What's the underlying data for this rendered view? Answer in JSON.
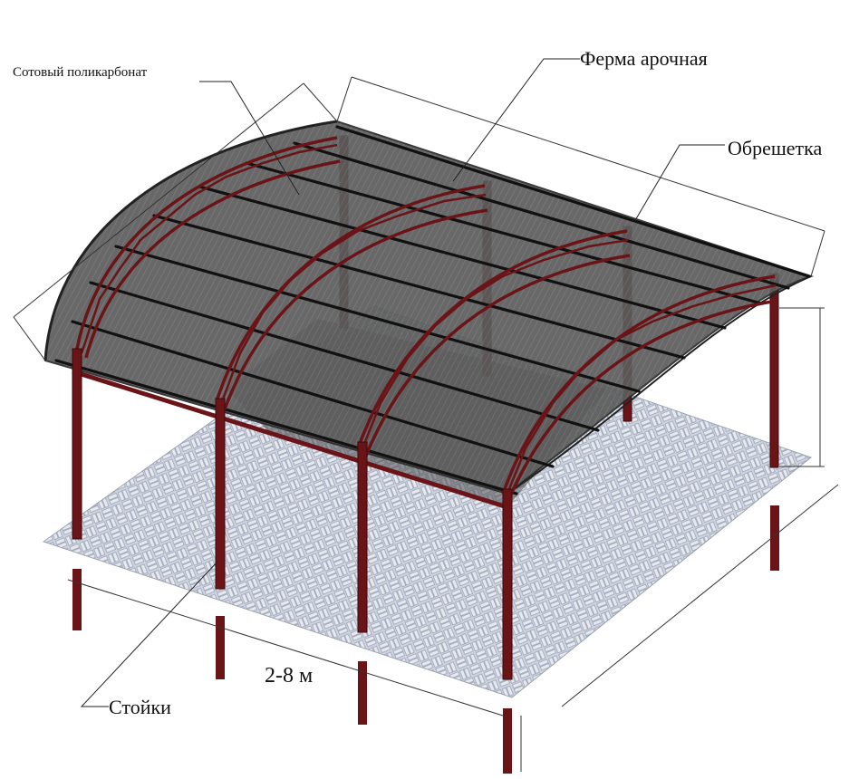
{
  "labels": {
    "polycarbonate": "Сотовый поликарбонат",
    "arched_truss": "Ферма арочная",
    "lathing": "Обрешетка",
    "posts": "Стойки",
    "dimension": "2-8 м"
  },
  "colors": {
    "steel": "#6b1418",
    "roof": "#5b5b5b",
    "paving": "#c9cfdc",
    "leader": "#222222"
  }
}
